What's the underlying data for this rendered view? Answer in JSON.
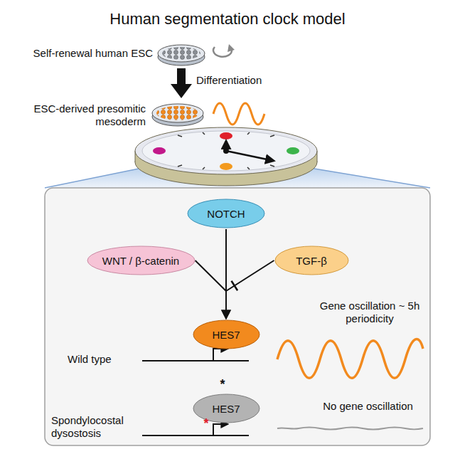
{
  "diagram": {
    "title": "Human segmentation clock model",
    "nodes": [
      {
        "text": [
          "NOTCH"
        ]
      },
      {
        "text": [
          "WNT / β-catenin"
        ]
      },
      {
        "text": [
          "TGF-β"
        ]
      },
      {
        "text": [
          "HES7"
        ]
      },
      {
        "text": [
          "HES7"
        ]
      }
    ],
    "edges": [
      {
        "from": 0,
        "to": 3,
        "arrow": "to"
      },
      {
        "from": 1,
        "to": 3,
        "arrow": "to"
      },
      {
        "from": 2,
        "to": 3,
        "arrow": "none"
      }
    ],
    "labels": [
      "Self-renewal human ESC",
      "Differentiation",
      "ESC-derived presomitic mesoderm",
      "Wild type",
      "Gene oscillation ~ 5h periodicity",
      "Spondylocostal dysostosis",
      "No gene oscillation",
      "*",
      "*"
    ]
  }
}
